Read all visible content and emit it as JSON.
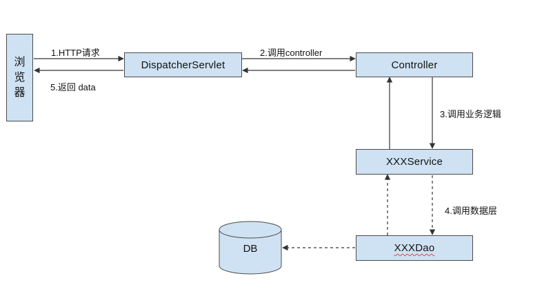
{
  "nodes": {
    "browser": "浏览器",
    "dispatcher": "DispatcherServlet",
    "controller": "Controller",
    "service": "XXXService",
    "dao": "XXXDao",
    "db": "DB"
  },
  "edges": {
    "http_request": "1.HTTP请求",
    "call_controller": "2.调用controller",
    "call_business": "3.调用业务逻辑",
    "call_data_layer": "4.调用数据层",
    "return_data": "5.返回 data"
  },
  "colors": {
    "box_fill": "#cfe2f3",
    "box_border": "#4a4a4a",
    "arrow": "#333333",
    "spellcheck_underline": "#e0443c"
  }
}
